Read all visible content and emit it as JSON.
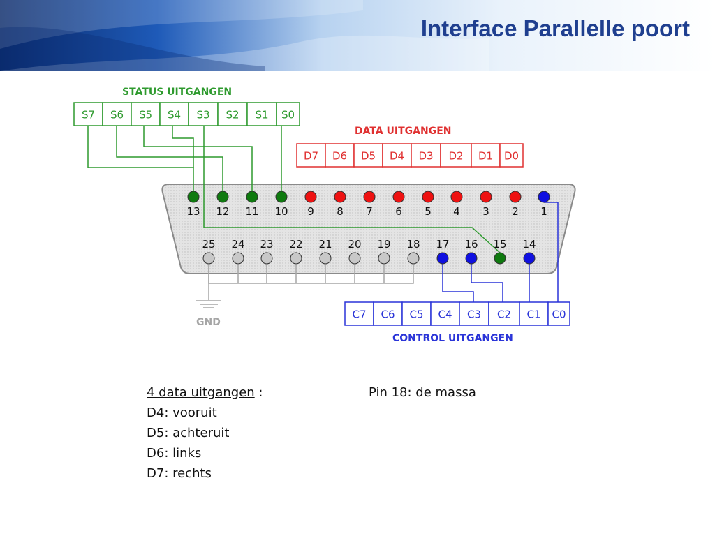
{
  "slide": {
    "title": "Interface Parallelle poort"
  },
  "colors": {
    "title": "#1f3f8f",
    "status": "#2e9a2e",
    "status_pin": "#0f7a0f",
    "data": "#e03030",
    "data_pin": "#ee1111",
    "control": "#2a34d8",
    "control_pin": "#1010e0",
    "gnd": "#a6a6a6",
    "gnd_pin": "#c8c8c8",
    "connector_fill": "#e4e4e4",
    "connector_border": "#8a8a8a"
  },
  "diagram": {
    "status_title": "STATUS UITGANGEN",
    "data_title": "DATA UITGANGEN",
    "control_title": "CONTROL UITGANGEN",
    "gnd_label": "GND",
    "status_cells": [
      "S7",
      "S6",
      "S5",
      "S4",
      "S3",
      "S2",
      "S1",
      "S0"
    ],
    "data_cells": [
      "D7",
      "D6",
      "D5",
      "D4",
      "D3",
      "D2",
      "D1",
      "D0"
    ],
    "control_cells": [
      "C7",
      "C6",
      "C5",
      "C4",
      "C3",
      "C2",
      "C1",
      "C0"
    ],
    "top_pins": [
      {
        "num": "13",
        "group": "status"
      },
      {
        "num": "12",
        "group": "status"
      },
      {
        "num": "11",
        "group": "status"
      },
      {
        "num": "10",
        "group": "status"
      },
      {
        "num": "9",
        "group": "data"
      },
      {
        "num": "8",
        "group": "data"
      },
      {
        "num": "7",
        "group": "data"
      },
      {
        "num": "6",
        "group": "data"
      },
      {
        "num": "5",
        "group": "data"
      },
      {
        "num": "4",
        "group": "data"
      },
      {
        "num": "3",
        "group": "data"
      },
      {
        "num": "2",
        "group": "data"
      },
      {
        "num": "1",
        "group": "control"
      }
    ],
    "bottom_pins": [
      {
        "num": "25",
        "group": "gnd"
      },
      {
        "num": "24",
        "group": "gnd"
      },
      {
        "num": "23",
        "group": "gnd"
      },
      {
        "num": "22",
        "group": "gnd"
      },
      {
        "num": "21",
        "group": "gnd"
      },
      {
        "num": "20",
        "group": "gnd"
      },
      {
        "num": "19",
        "group": "gnd"
      },
      {
        "num": "18",
        "group": "gnd"
      },
      {
        "num": "17",
        "group": "control"
      },
      {
        "num": "16",
        "group": "control"
      },
      {
        "num": "15",
        "group": "status"
      },
      {
        "num": "14",
        "group": "control"
      }
    ]
  },
  "notes": {
    "heading": "4 data uitgangen",
    "heading_suffix": " :",
    "lines": [
      "D4: vooruit",
      "D5: achteruit",
      "D6: links",
      "D7: rechts"
    ],
    "pin_note": "Pin 18: de massa"
  }
}
